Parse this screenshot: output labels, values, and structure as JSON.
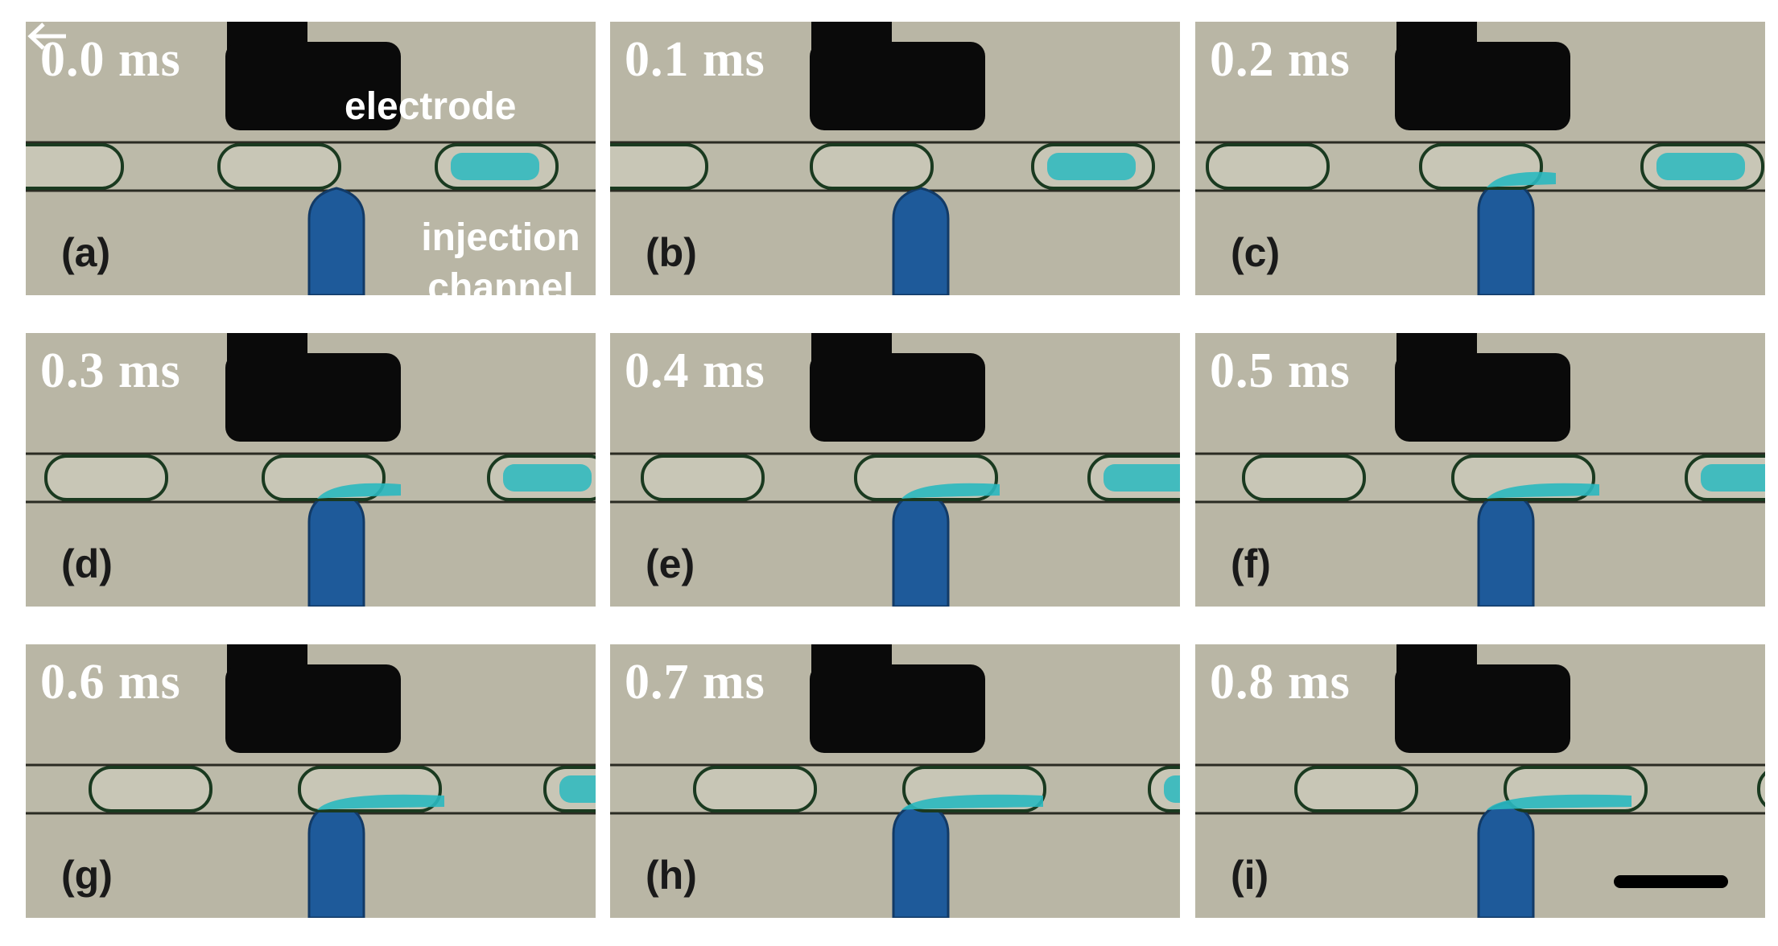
{
  "colors": {
    "background": "#b9b6a5",
    "electrode": "#0a0a0a",
    "channel_wall": "#2a2b22",
    "blue_fluid": "#1e5a9a",
    "cyan_fluid": "#2ab8bf",
    "droplet_rim": "#1a3a20",
    "text_white": "#ffffff",
    "text_dark": "#1a1a1a"
  },
  "annotations": {
    "electrode": "electrode",
    "injection_line1": "injection",
    "injection_line2": "channel",
    "arrow_icon": "left-arrow-icon"
  },
  "scale_bar_icon": "scale-bar",
  "panels": [
    {
      "time": "0.0 ms",
      "label": "(a)",
      "stage": 0
    },
    {
      "time": "0.1 ms",
      "label": "(b)",
      "stage": 1
    },
    {
      "time": "0.2 ms",
      "label": "(c)",
      "stage": 2
    },
    {
      "time": "0.3 ms",
      "label": "(d)",
      "stage": 3
    },
    {
      "time": "0.4 ms",
      "label": "(e)",
      "stage": 4
    },
    {
      "time": "0.5 ms",
      "label": "(f)",
      "stage": 5
    },
    {
      "time": "0.6 ms",
      "label": "(g)",
      "stage": 6
    },
    {
      "time": "0.7 ms",
      "label": "(h)",
      "stage": 7
    },
    {
      "time": "0.8 ms",
      "label": "(i)",
      "stage": 8
    }
  ]
}
